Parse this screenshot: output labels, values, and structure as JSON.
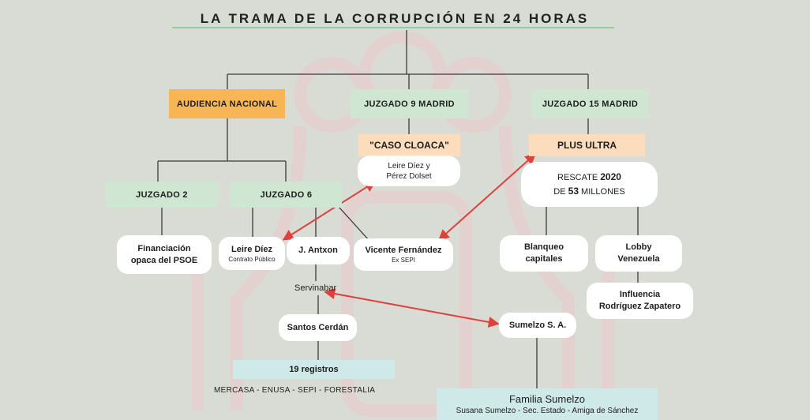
{
  "title": "LA TRAMA DE LA CORRUPCIÓN EN 24 HORAS",
  "courts": {
    "audiencia": "AUDIENCIA NACIONAL",
    "juzgado9": "JUZGADO 9 MADRID",
    "juzgado15": "JUZGADO 15  MADRID",
    "juzgado2": "JUZGADO  2",
    "juzgado6": "JUZGADO 6"
  },
  "cases": {
    "caso_cloaca": "\"CASO CLOACA\"",
    "leire_perez_line1": "Leire Díez y",
    "leire_perez_line2": "Pérez Dolset",
    "plus_ultra": "PLUS ULTRA",
    "rescate_pre": "RESCATE ",
    "rescate_year": "2020",
    "rescate_de": "DE ",
    "rescate_amount": "53",
    "rescate_post": " MILLONES"
  },
  "nodes": {
    "financiacion_line1": "Financiación",
    "financiacion_line2": "opaca del PSOE",
    "leire_diez": "Leire Díez",
    "leire_diez_sub": "Contrato  Público",
    "j_antxon": "J. Antxon",
    "vicente": "Vicente Fernández",
    "vicente_sub": "Ex SEPI",
    "servinabar": "Servinabar",
    "santos_cerdan": "Santos Cerdán",
    "registros": "19 registros",
    "empresas": "MERCASA   -   ENUSA   -   SEPI   -   FORESTALIA",
    "sumelzo": "Sumelzo S. A.",
    "familia": "Familia Sumelzo",
    "familia_sub": "Susana Sumelzo - Sec. Estado - Amiga de Sánchez",
    "blanqueo_line1": "Blanqueo",
    "blanqueo_line2": "capitales",
    "lobby_line1": "Lobby",
    "lobby_line2": "Venezuela",
    "influencia_line1": "Influencia",
    "influencia_line2": "Rodríguez Zapatero"
  },
  "colors": {
    "background": "#d9dcd5",
    "green_box": "#cfe6d2",
    "orange_box": "#f7b556",
    "peach_box": "#fbdcbc",
    "cyan_box": "#cfe8e8",
    "arrow": "#e0403a",
    "connector": "#3a3a3a"
  }
}
